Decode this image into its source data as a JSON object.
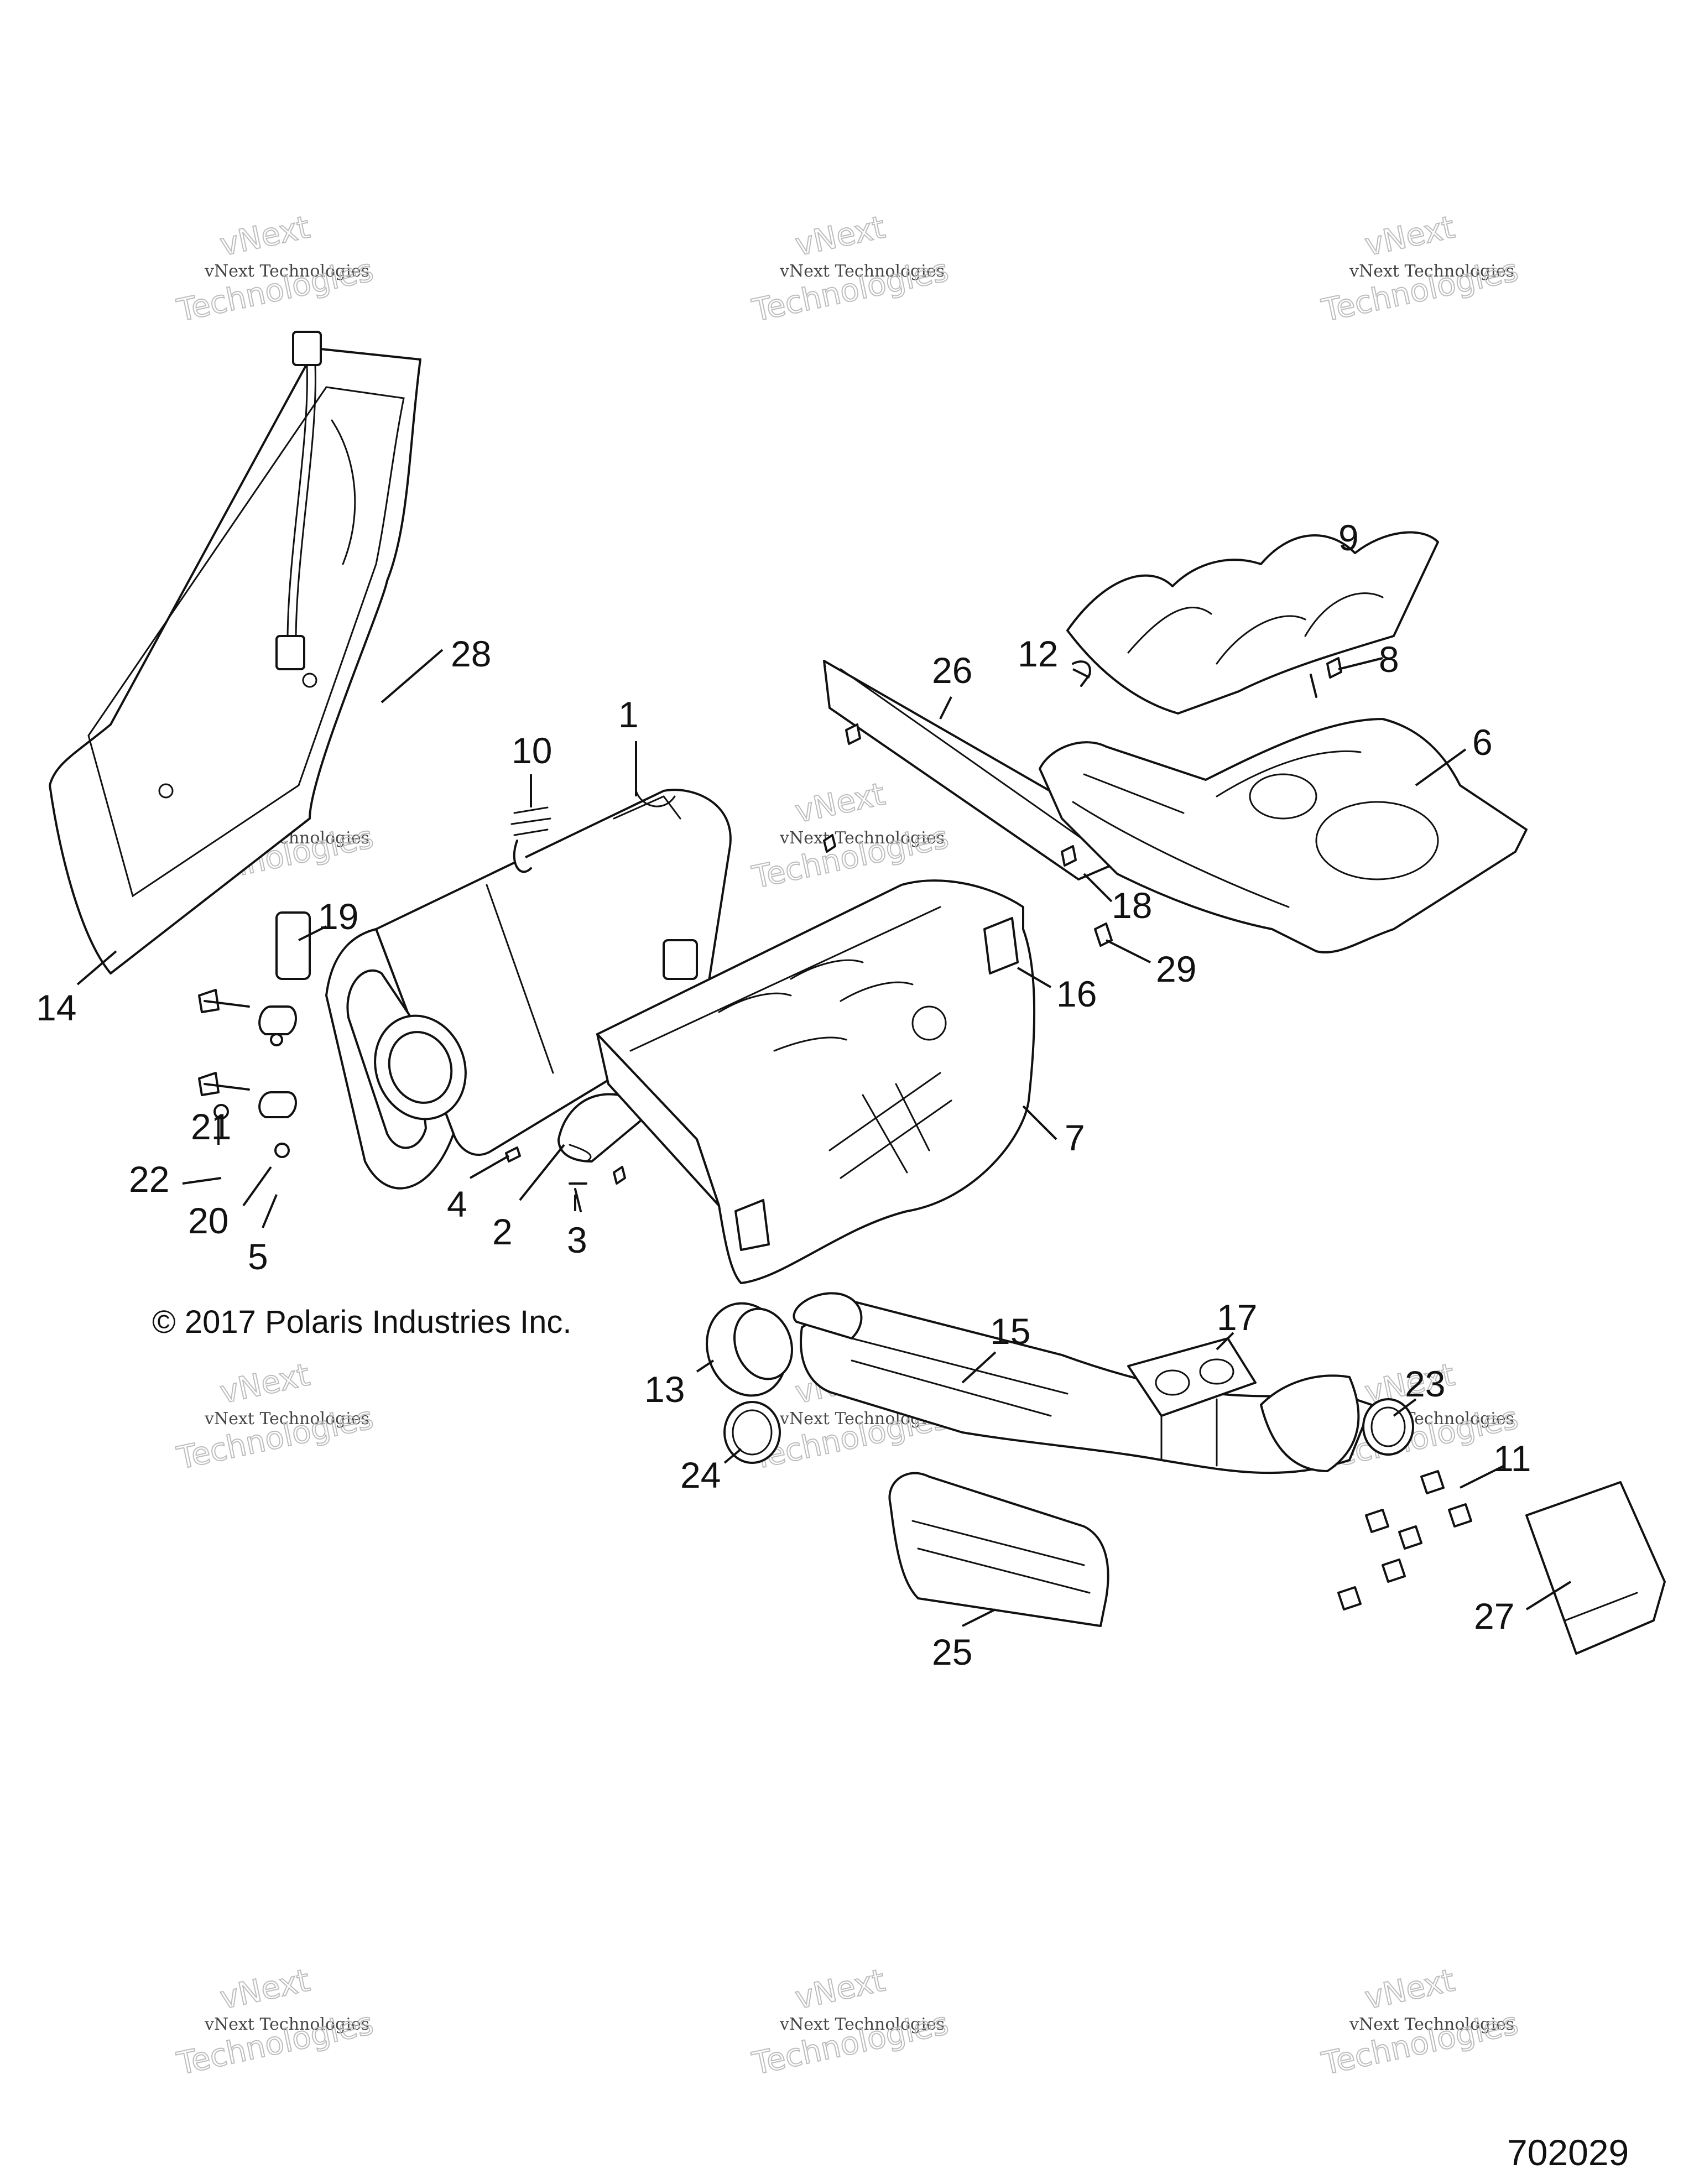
{
  "copyright": "© 2017 Polaris Industries Inc.",
  "figure_number": "702029",
  "watermark": {
    "line1": "vNext Technologies",
    "line2": "vNext",
    "line3": "Technologies"
  },
  "callouts": [
    {
      "id": "c1",
      "label": "1"
    },
    {
      "id": "c2",
      "label": "2"
    },
    {
      "id": "c3",
      "label": "3"
    },
    {
      "id": "c4",
      "label": "4"
    },
    {
      "id": "c5",
      "label": "5"
    },
    {
      "id": "c6",
      "label": "6"
    },
    {
      "id": "c7",
      "label": "7"
    },
    {
      "id": "c8",
      "label": "8"
    },
    {
      "id": "c9",
      "label": "9"
    },
    {
      "id": "c10",
      "label": "10"
    },
    {
      "id": "c11",
      "label": "11"
    },
    {
      "id": "c12",
      "label": "12"
    },
    {
      "id": "c13",
      "label": "13"
    },
    {
      "id": "c14",
      "label": "14"
    },
    {
      "id": "c15",
      "label": "15"
    },
    {
      "id": "c16",
      "label": "16"
    },
    {
      "id": "c17",
      "label": "17"
    },
    {
      "id": "c18",
      "label": "18"
    },
    {
      "id": "c19",
      "label": "19"
    },
    {
      "id": "c20",
      "label": "20"
    },
    {
      "id": "c21",
      "label": "21"
    },
    {
      "id": "c22",
      "label": "22"
    },
    {
      "id": "c23",
      "label": "23"
    },
    {
      "id": "c24",
      "label": "24"
    },
    {
      "id": "c25",
      "label": "25"
    },
    {
      "id": "c26",
      "label": "26"
    },
    {
      "id": "c27",
      "label": "27"
    },
    {
      "id": "c28",
      "label": "28"
    },
    {
      "id": "c29",
      "label": "29"
    }
  ]
}
